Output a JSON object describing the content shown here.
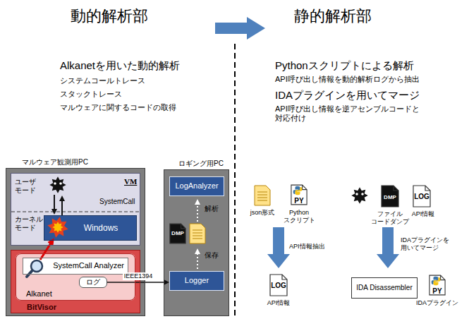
{
  "diagram": {
    "nodes": [
      {
        "text": [
          "マルウェア観測用PC"
        ]
      },
      {
        "text": [
          "VM",
          "ユーザ モード",
          "SystemCall",
          "カーネル モード"
        ],
        "in": 0
      },
      {
        "text": [
          "Windows"
        ],
        "in": 1
      },
      {
        "text": [
          "BitVisor"
        ],
        "in": 0
      },
      {
        "text": [
          "Alkanet"
        ],
        "in": 3
      },
      {
        "text": [
          "SystemCall Analyzer"
        ],
        "in": 4
      },
      {
        "text": [
          "ログ"
        ],
        "in": 4
      },
      {
        "text": [
          "ロギング用PC"
        ]
      },
      {
        "text": [
          "LogAnalyzer"
        ],
        "in": 7
      },
      {
        "text": [
          "Logger"
        ],
        "in": 7
      },
      {
        "text": [
          "IDA Disassembler"
        ]
      }
    ],
    "edges": [
      {
        "from": 6,
        "to": 9,
        "label": "IEEE1394",
        "arrow": "to"
      }
    ],
    "labels": [
      "動的解析部",
      "静的解析部",
      "Alkanetを用いた動的解析",
      "システムコールトレース",
      "スタックトレース",
      "マルウェアに関するコードの取得",
      "Pythonスクリプトによる解析",
      "API呼び出し情報を動的解析ログから抽出",
      "IDAプラグインを用いてマージ",
      "API呼び出し情報を逆アセンブルコードと 対応付け",
      "DMP",
      "解析",
      "保存",
      "PY",
      "json形式",
      "Python スクリプト",
      "API情報抽出",
      "LOG",
      "API情報",
      "DMP",
      "LOG",
      "ファイル コードダンプ",
      "API情報",
      "IDAプラグインを 用いてマージ",
      "PY",
      "IDAプラグイン"
    ]
  }
}
